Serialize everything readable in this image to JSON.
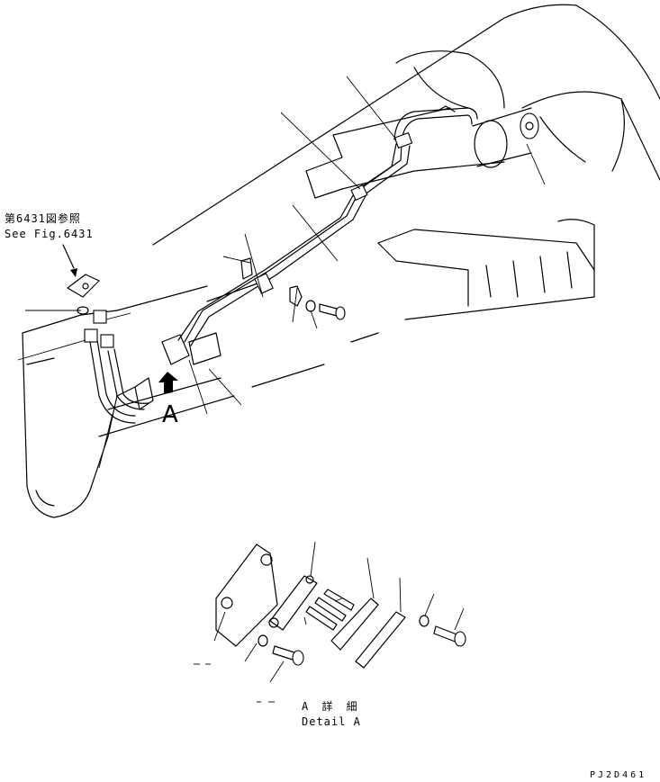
{
  "diagram": {
    "reference_label_jp": "第6431図参照",
    "reference_label_en": "See Fig.6431",
    "view_letter": "A",
    "detail_label_jp": "A 詳 細",
    "detail_label_en": "Detail A",
    "drawing_number": "PJ2D461"
  },
  "colors": {
    "line": "#000000",
    "background": "#ffffff"
  }
}
